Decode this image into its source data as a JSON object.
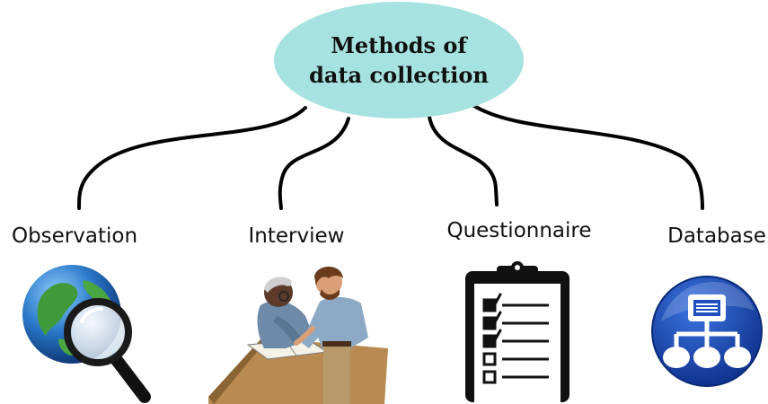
{
  "root": {
    "line1": "Methods of",
    "line2": "data collection"
  },
  "methods": [
    {
      "label": "Observation",
      "icon": "globe-magnifier-icon"
    },
    {
      "label": "Interview",
      "icon": "interview-people-icon"
    },
    {
      "label": "Questionnaire",
      "icon": "clipboard-checklist-icon"
    },
    {
      "label": "Database",
      "icon": "network-database-icon"
    }
  ],
  "colors": {
    "root_fill": "#a6e2df",
    "line": "#000000",
    "database_blue": "#1f4fbf"
  }
}
